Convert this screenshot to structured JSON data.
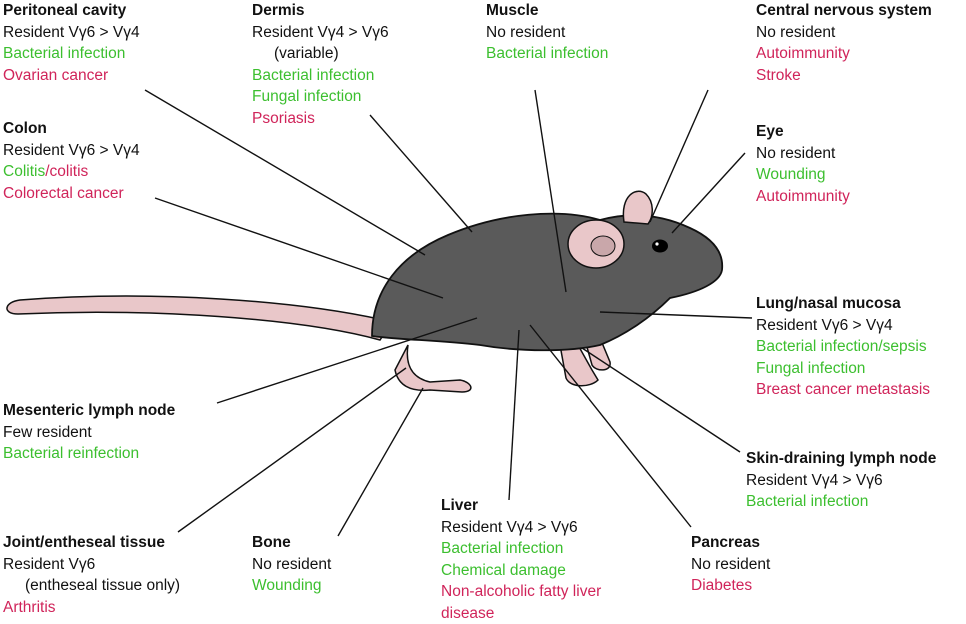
{
  "colors": {
    "benefit_text": "#3cbf2f",
    "pathology_text": "#d0245a",
    "mouse_body": "#5a5a5a",
    "mouse_outline": "#111111",
    "mouse_pink": "#e9c7c9"
  },
  "sites": {
    "peritoneal": {
      "title": "Peritoneal cavity",
      "resident": "Resident Vγ6 > Vγ4",
      "roles": [
        "Bacterial infection"
      ],
      "pathologies": [
        "Ovarian cancer"
      ]
    },
    "dermis": {
      "title": "Dermis",
      "resident": "Resident Vγ4 > Vγ6",
      "note": "(variable)",
      "roles": [
        "Bacterial infection",
        "Fungal infection"
      ],
      "pathologies": [
        "Psoriasis"
      ]
    },
    "muscle": {
      "title": "Muscle",
      "resident": "No resident",
      "roles": [
        "Bacterial infection"
      ]
    },
    "cns": {
      "title": "Central nervous system",
      "resident": "No resident",
      "pathologies": [
        "Autoimmunity",
        "Stroke"
      ]
    },
    "colon": {
      "title": "Colon",
      "resident": "Resident Vγ6 > Vγ4",
      "colitis_green": "Colitis",
      "colitis_sep": "/",
      "colitis_red": "colitis",
      "pathologies": [
        "Colorectal cancer"
      ]
    },
    "eye": {
      "title": "Eye",
      "resident": "No resident",
      "roles": [
        "Wounding"
      ],
      "pathologies": [
        "Autoimmunity"
      ]
    },
    "lung": {
      "title": "Lung/nasal mucosa",
      "resident": "Resident Vγ6 > Vγ4",
      "roles": [
        "Bacterial infection/sepsis",
        "Fungal infection"
      ],
      "pathologies": [
        "Breast cancer metastasis"
      ]
    },
    "mesenteric": {
      "title": "Mesenteric lymph node",
      "resident": "Few resident",
      "roles": [
        "Bacterial reinfection"
      ]
    },
    "skin_ln": {
      "title": "Skin-draining lymph node",
      "resident": "Resident Vγ4 > Vγ6",
      "roles": [
        "Bacterial infection"
      ]
    },
    "liver": {
      "title": "Liver",
      "resident": "Resident Vγ4 > Vγ6",
      "roles": [
        "Bacterial infection",
        "Chemical damage"
      ],
      "pathologies": [
        "Non-alcoholic fatty liver",
        "disease"
      ]
    },
    "pancreas": {
      "title": "Pancreas",
      "resident": "No resident",
      "pathologies": [
        "Diabetes"
      ]
    },
    "joint": {
      "title": "Joint/entheseal tissue",
      "resident": "Resident Vγ6",
      "note": "(entheseal tissue only)",
      "pathologies": [
        "Arthritis"
      ]
    },
    "bone": {
      "title": "Bone",
      "resident": "No resident",
      "roles": [
        "Wounding"
      ]
    }
  }
}
